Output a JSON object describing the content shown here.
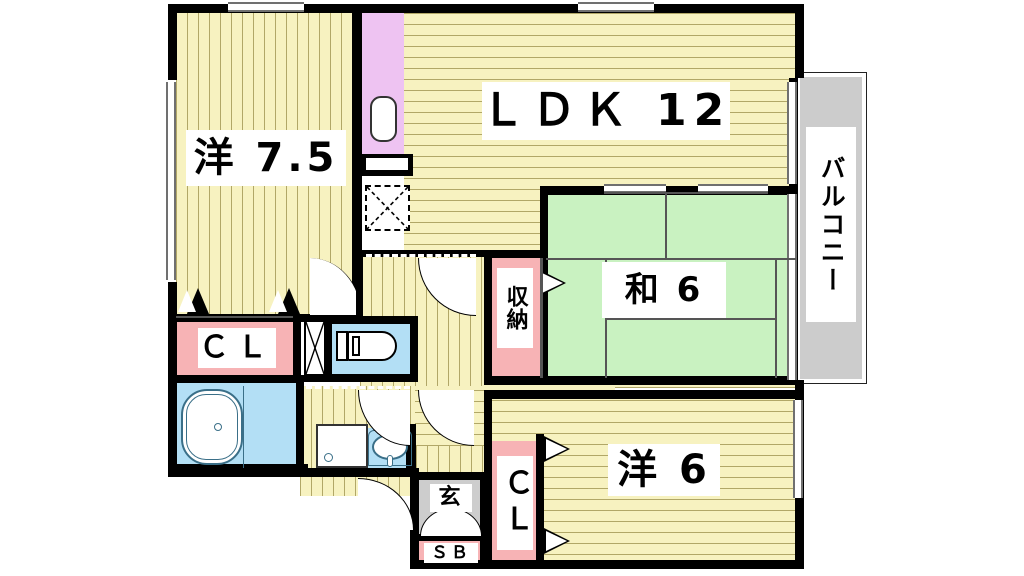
{
  "plan": {
    "title": "apartment-floor-plan",
    "background_color": "#ffffff",
    "palette": {
      "wood_floor": "#f7f2c0",
      "tatami_green": "#c9f2c1",
      "closet_pink": "#f7b3b5",
      "water_blue": "#b3dff5",
      "kitchen_violet": "#eec3f2",
      "balcony_gray": "#cccccc",
      "genkan_gray": "#cdcdcd",
      "wall_black": "#000000"
    }
  },
  "rooms": {
    "western_large": {
      "label": "洋 7.5",
      "name_jp": "洋",
      "size": "7.5",
      "floor": "wood-vertical-hatch"
    },
    "ldk": {
      "label": "ＬＤＫ 12",
      "name_jp": "ＬＤＫ",
      "size": "12",
      "floor": "wood-horizontal-hatch"
    },
    "japanese": {
      "label": "和 6",
      "name_jp": "和",
      "size": "6",
      "floor": "tatami"
    },
    "western_small": {
      "label": "洋 6",
      "name_jp": "洋",
      "size": "6",
      "floor": "wood-horizontal-hatch"
    }
  },
  "storage": {
    "closet_bedroom": "ＣＬ",
    "closet_entry": "ＣＬ",
    "oshiire": "収納",
    "shoe_box": "ＳＢ"
  },
  "areas": {
    "balcony": "バルコニー",
    "genkan": "玄"
  },
  "fixtures": {
    "bathtub": "bathtub-icon",
    "toilet": "toilet-icon",
    "washbasin": "washbasin-icon",
    "washing_machine": "washing-machine-icon",
    "kitchen_sink": "kitchen-sink-icon",
    "refrigerator_space": "refrigerator-space-icon"
  }
}
